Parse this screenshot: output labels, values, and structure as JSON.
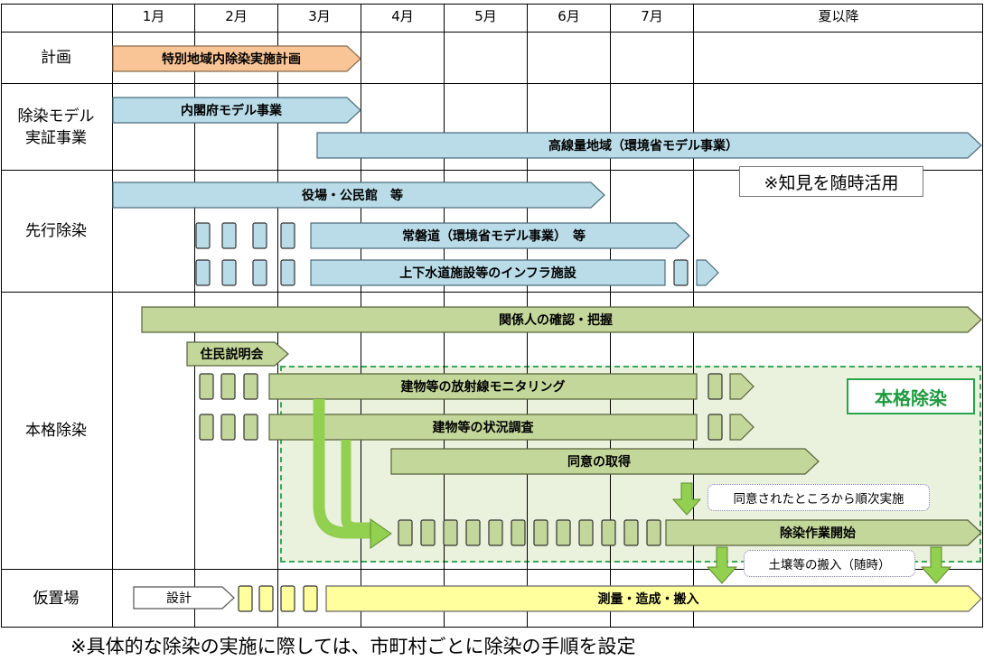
{
  "header": {
    "months": [
      "1月",
      "2月",
      "3月",
      "4月",
      "5月",
      "6月",
      "7月",
      "夏以降"
    ]
  },
  "rows": {
    "plan": "計画",
    "model": "除染モデル\n実証事業",
    "advance": "先行除染",
    "full": "本格除染",
    "temp": "仮置場"
  },
  "bars": {
    "plan_bar": "特別地域内除染実施計画",
    "cabinet_model": "内閣府モデル事業",
    "high_dose": "高線量地域（環境省モデル事業）",
    "offices": "役場・公民館　等",
    "joban": "常磐道（環境省モデル事業）　等",
    "water": "上下水道施設等のインフラ施設",
    "stakeholders": "関係人の確認・把握",
    "briefing": "住民説明会",
    "monitoring": "建物等の放射線モニタリング",
    "survey": "建物等の状況調査",
    "consent": "同意の取得",
    "work_start": "除染作業開始",
    "design": "設計",
    "survey_build": "測量・造成・搬入"
  },
  "notes": {
    "knowledge": "※知見を随時活用",
    "honkaku": "本格除染",
    "consent_followup": "同意されたところから順次実施",
    "soil": "土壌等の搬入（随時）"
  },
  "footnote": "※具体的な除染の実施に際しては、市町村ごとに除染の手順を設定",
  "colors": {
    "plan_orange": "#f9c596",
    "model_blue": "#b9dce8",
    "full_green": "#c4d79b",
    "temp_yellow": "#ffff9d",
    "arrow_green": "#92d050",
    "dashed_green": "#3aa65a"
  }
}
